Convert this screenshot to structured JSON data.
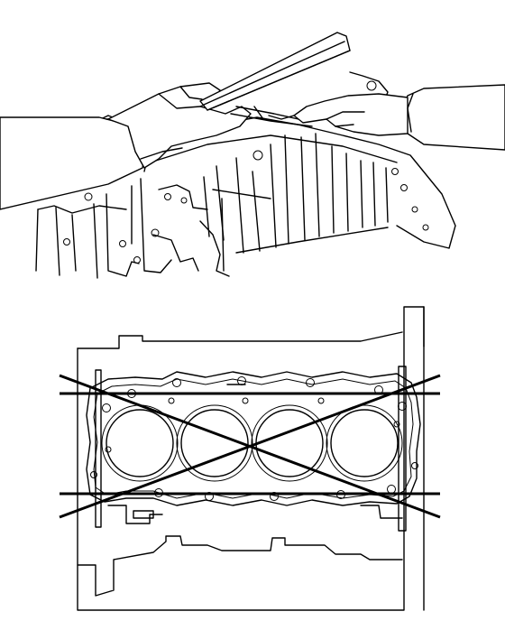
{
  "figure": {
    "top_illustration": "straightedge-on-block-deck",
    "bottom_illustration": "deck-flatness-measurement-directions",
    "bore_count": 4,
    "measurement_line_count": 4,
    "line_color": "#000000",
    "background_color": "#ffffff"
  }
}
